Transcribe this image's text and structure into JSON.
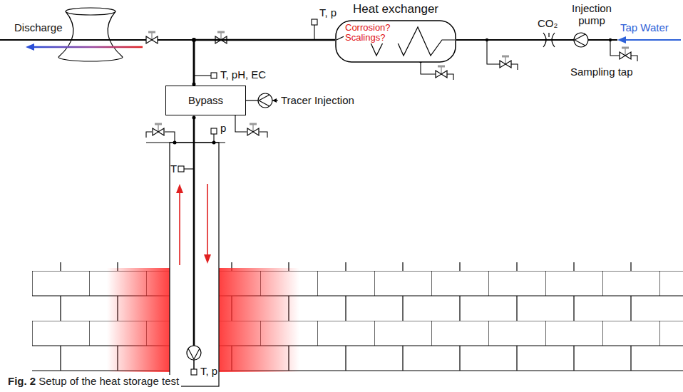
{
  "diagram": {
    "caption": "Fig. 2 Setup of the heat storage test",
    "nodes": [
      {
        "text": [
          "Heat exchanger",
          "Corrosion? Scalings?"
        ]
      },
      {
        "text": [
          "Bypass"
        ]
      }
    ],
    "edges": [
      {
        "from": 0,
        "to": 1,
        "arrow": "none"
      }
    ],
    "labels": [
      "Discharge",
      "T, p",
      "T, pH, EC",
      "Tracer Injection",
      "CO₂",
      "Injection pump",
      "Tap Water",
      "Sampling tap",
      "p",
      "T",
      "T, p"
    ]
  }
}
